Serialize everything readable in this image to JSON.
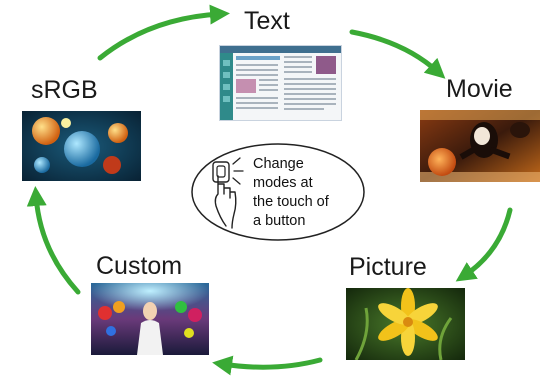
{
  "modes": [
    {
      "id": "text",
      "label": "Text"
    },
    {
      "id": "movie",
      "label": "Movie"
    },
    {
      "id": "picture",
      "label": "Picture"
    },
    {
      "id": "custom",
      "label": "Custom"
    },
    {
      "id": "srgb",
      "label": "sRGB"
    }
  ],
  "center_note": {
    "lines": [
      "Change",
      "modes at",
      "the touch of",
      "a button"
    ]
  },
  "colors": {
    "arrow": "#3aaa35",
    "text": "#1a1a1a",
    "oval_stroke": "#222222"
  },
  "icons": {
    "hand": "hand-pressing-button-icon",
    "arrow": "curved-arrow-icon"
  }
}
